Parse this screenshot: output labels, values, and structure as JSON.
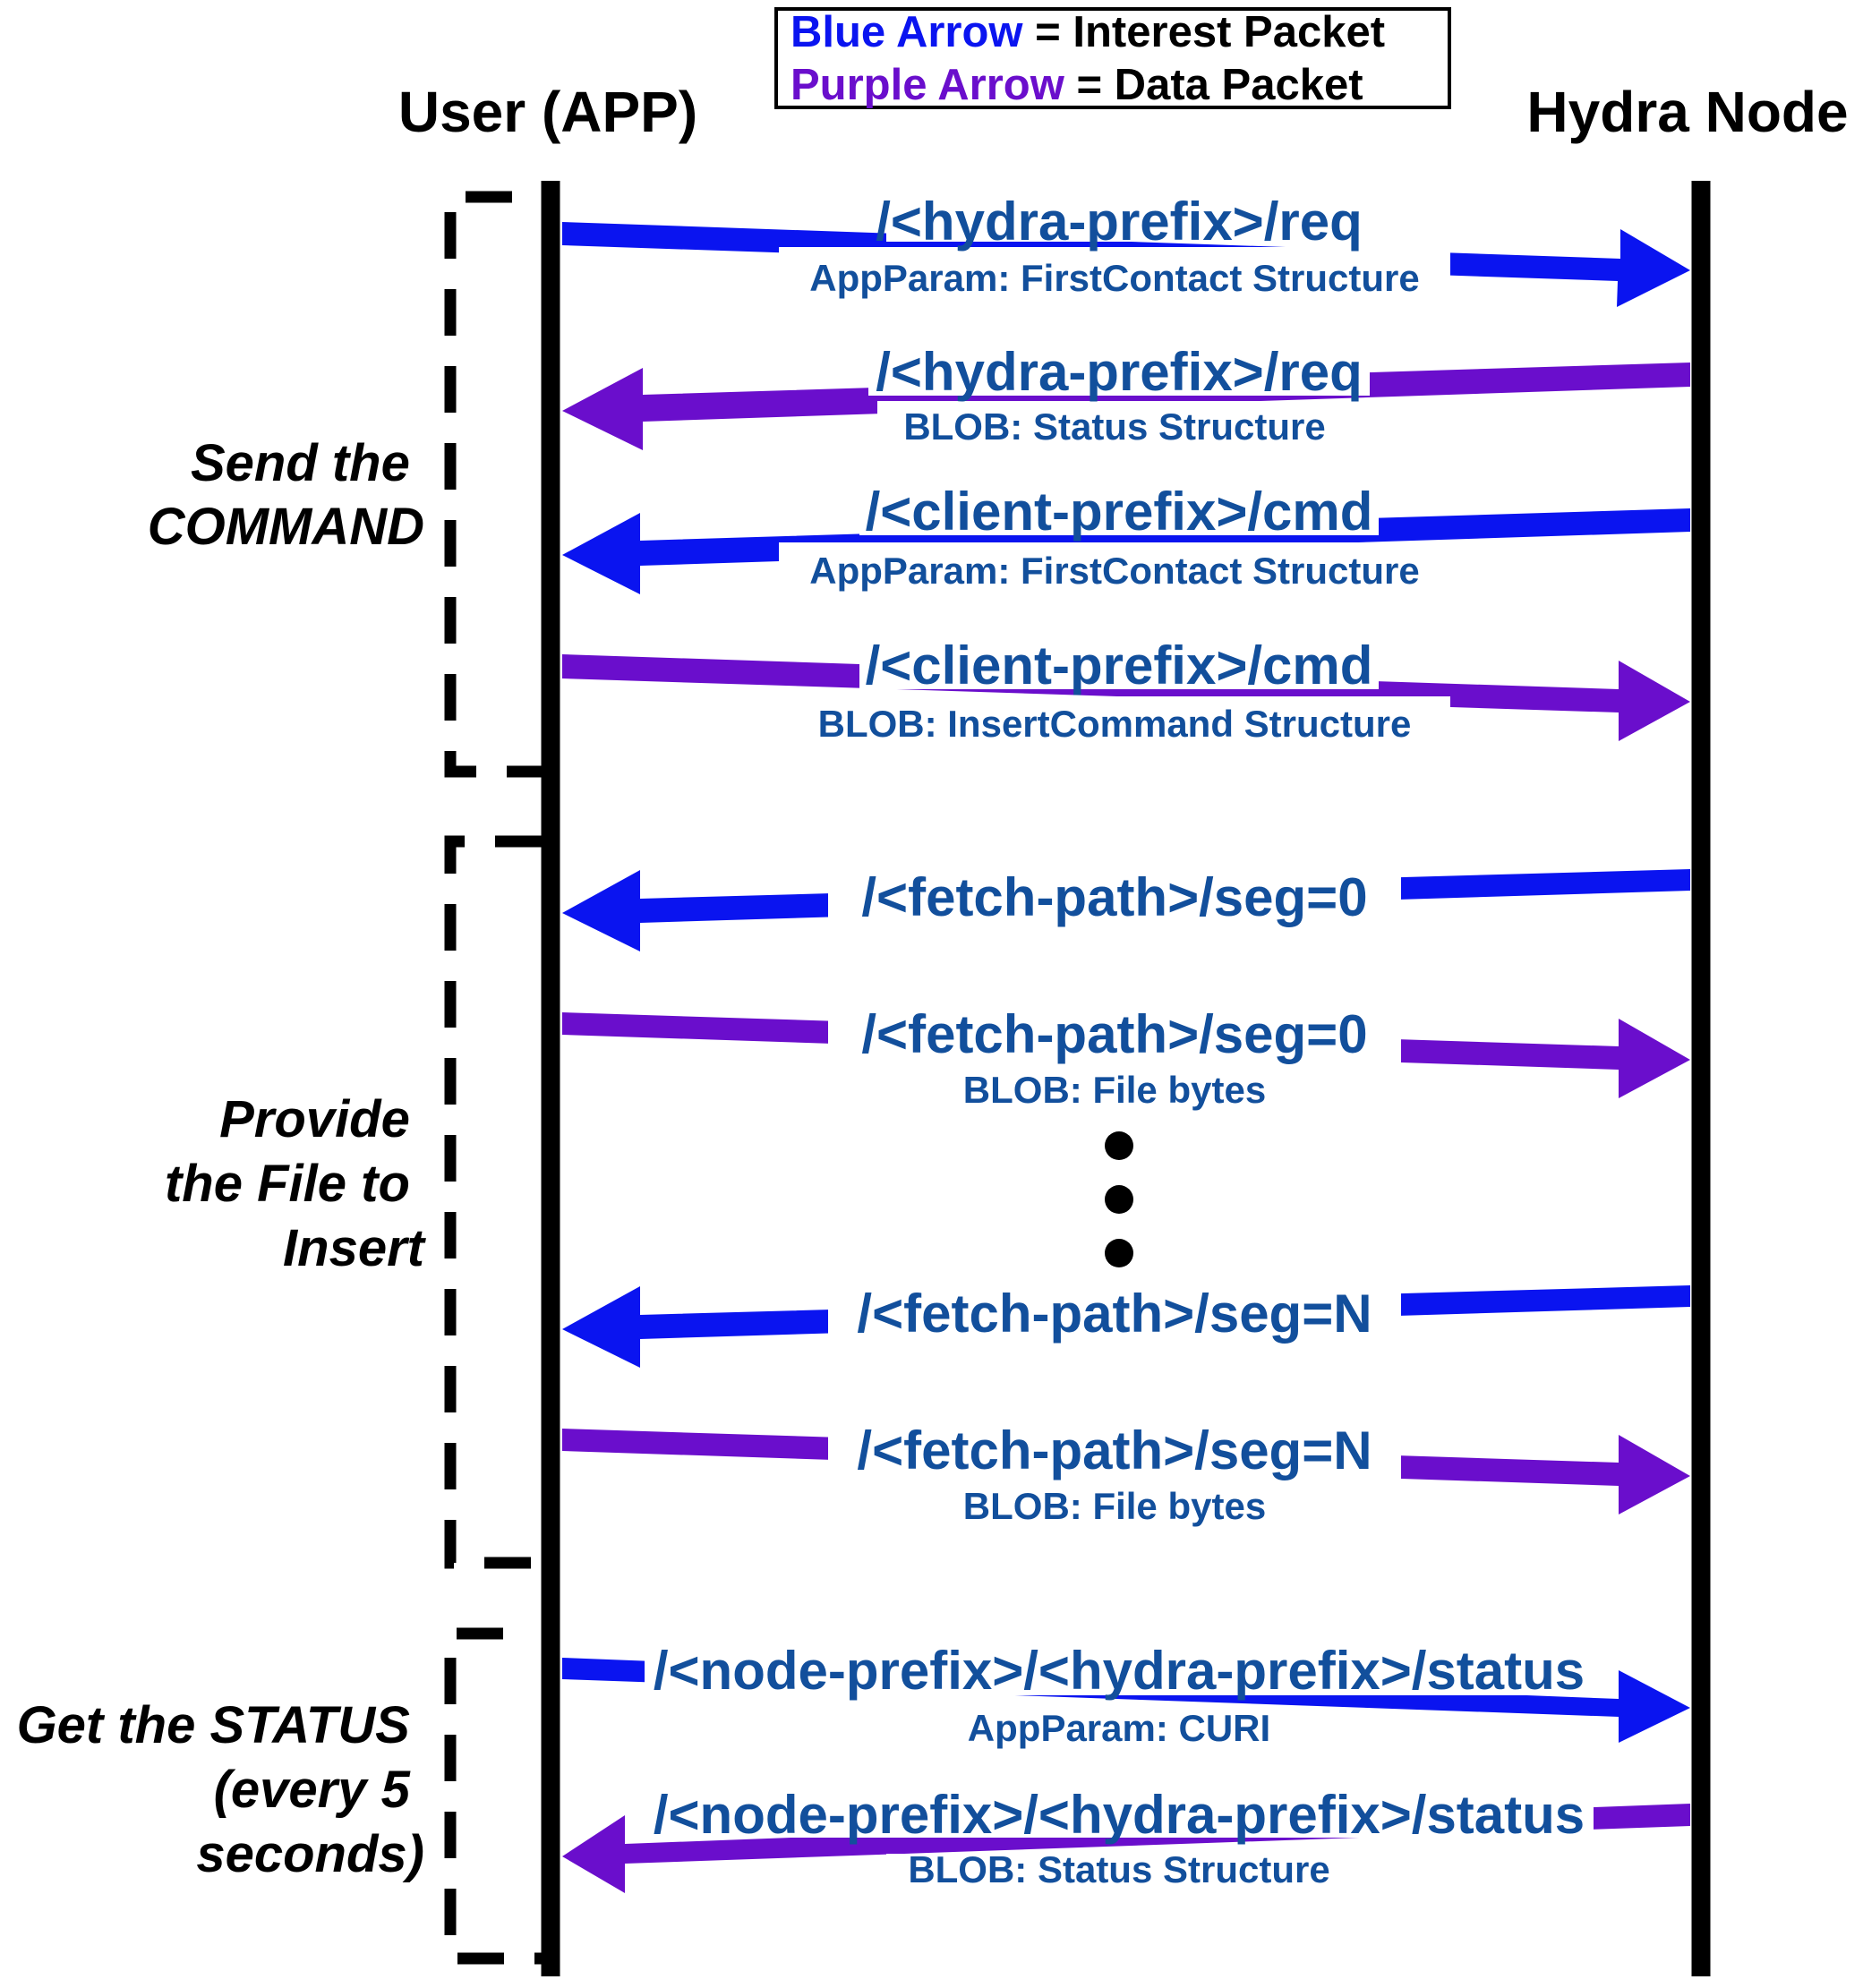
{
  "legend": {
    "blue_label": "Blue Arrow",
    "blue_text": " = Interest Packet",
    "purple_label": "Purple Arrow",
    "purple_text": " = Data Packet"
  },
  "actors": {
    "left": "User (APP)",
    "right": "Hydra Node"
  },
  "phases": [
    {
      "lines": [
        "Send the",
        "COMMAND"
      ]
    },
    {
      "lines": [
        "Provide",
        "the File to",
        "Insert"
      ]
    },
    {
      "lines": [
        "Get the STATUS",
        "(every 5",
        "seconds)"
      ]
    }
  ],
  "messages": [
    {
      "name": "/<hydra-prefix>/req",
      "detail": "AppParam: FirstContact Structure",
      "kind": "interest",
      "direction": "to-hydra-node"
    },
    {
      "name": "/<hydra-prefix>/req",
      "detail": "BLOB: Status Structure",
      "kind": "data",
      "direction": "to-user"
    },
    {
      "name": "/<client-prefix>/cmd",
      "detail": "AppParam: FirstContact Structure",
      "kind": "interest",
      "direction": "to-user"
    },
    {
      "name": "/<client-prefix>/cmd",
      "detail": "BLOB: InsertCommand Structure",
      "kind": "data",
      "direction": "to-hydra-node"
    },
    {
      "name": "/<fetch-path>/seg=0",
      "detail": "",
      "kind": "interest",
      "direction": "to-user"
    },
    {
      "name": "/<fetch-path>/seg=0",
      "detail": "BLOB: File bytes",
      "kind": "data",
      "direction": "to-hydra-node"
    },
    {
      "name": "/<fetch-path>/seg=N",
      "detail": "",
      "kind": "interest",
      "direction": "to-user"
    },
    {
      "name": "/<fetch-path>/seg=N",
      "detail": "BLOB: File bytes",
      "kind": "data",
      "direction": "to-hydra-node"
    },
    {
      "name": "/<node-prefix>/<hydra-prefix>/status",
      "detail": "AppParam: CURI",
      "kind": "interest",
      "direction": "to-hydra-node"
    },
    {
      "name": "/<node-prefix>/<hydra-prefix>/status",
      "detail": "BLOB: Status Structure",
      "kind": "data",
      "direction": "to-user"
    }
  ],
  "colors": {
    "interest_arrow": "#0a14f0",
    "data_arrow": "#6a0ecc",
    "label_text": "#124f9c",
    "lifeline": "#000000"
  }
}
